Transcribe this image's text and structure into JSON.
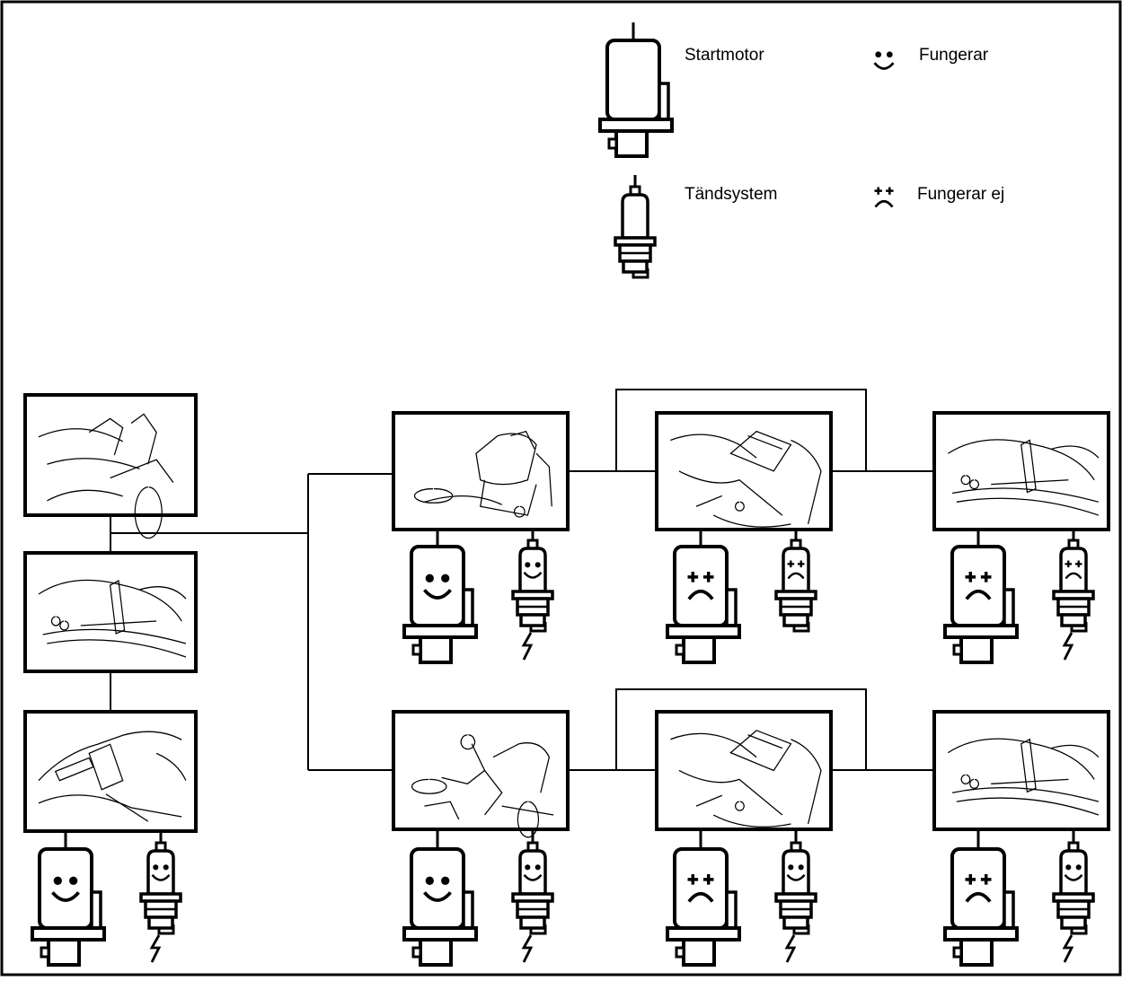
{
  "legend": {
    "starter_label": "Startmotor",
    "ignition_label": "Tändsystem",
    "works_label": "Fungerar",
    "fails_label": "Fungerar ej"
  },
  "scenes": {
    "left": [
      {
        "id": "L1",
        "scene": "seat-area-view",
        "starter": null,
        "ignition": null
      },
      {
        "id": "L2",
        "scene": "throttle-lever-view",
        "starter": null,
        "ignition": null
      },
      {
        "id": "L3",
        "scene": "parking-brake-view",
        "starter": "works",
        "ignition": "works-spark"
      }
    ],
    "top_row": [
      {
        "id": "T1",
        "scene": "empty-seat-view",
        "starter": "works",
        "ignition": "works-spark"
      },
      {
        "id": "T2",
        "scene": "pedal-view",
        "starter": "fails",
        "ignition": "fails"
      },
      {
        "id": "T3",
        "scene": "throttle-lever-view",
        "starter": "fails",
        "ignition": "fails-spark"
      }
    ],
    "bottom_row": [
      {
        "id": "B1",
        "scene": "operator-seated-view",
        "starter": "works",
        "ignition": "works-spark"
      },
      {
        "id": "B2",
        "scene": "pedal-view",
        "starter": "fails",
        "ignition": "works-spark"
      },
      {
        "id": "B3",
        "scene": "throttle-lever-view",
        "starter": "fails",
        "ignition": "works-spark"
      }
    ]
  }
}
